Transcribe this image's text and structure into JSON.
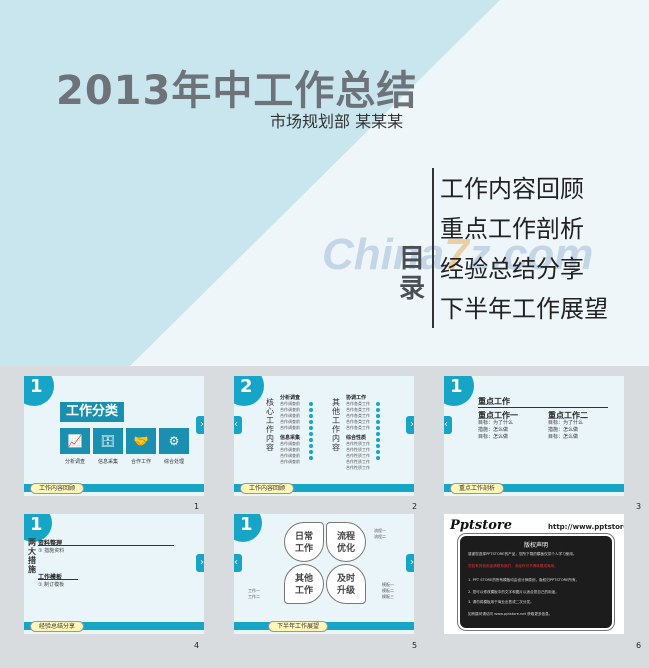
{
  "cover": {
    "title": "2013年中工作总结",
    "subtitle": "市场规划部  某某某",
    "toc_label": "目录",
    "toc_items": [
      "工作内容回顾",
      "重点工作剖析",
      "经验总结分享",
      "下半年工作展望"
    ],
    "watermark_a": "China",
    "watermark_b": "7",
    "watermark_c": "z.com"
  },
  "thumbnails": [
    {
      "page": "1",
      "circle": "1",
      "pill": "工作内容回顾",
      "title": "工作分类",
      "boxes": [
        {
          "glyph": "📈",
          "caption": "分析调查"
        },
        {
          "glyph": "🗄",
          "caption": "信息采集"
        },
        {
          "glyph": "🤝",
          "caption": "合作工作"
        },
        {
          "glyph": "⚙",
          "caption": "综合处理"
        }
      ]
    },
    {
      "page": "2",
      "circle": "2",
      "pill": "工作内容回顾",
      "vtitle_left": "核心工作内容",
      "vtitle_right": "其他工作内容",
      "col1_h1": "分析调查",
      "col1_list1": [
        "合作调查前",
        "合作调查前",
        "合作调查前",
        "合作调查前",
        "合作调查前"
      ],
      "col1_h2": "信息采集",
      "col1_list2": [
        "合作调查前",
        "合作调查前",
        "合作调查前",
        "合作调查前"
      ],
      "col2_h1": "协调工作",
      "col2_list1": [
        "合作各类工作",
        "合作各类工作",
        "合作各类工作",
        "合作各类工作",
        "合作各类工作"
      ],
      "col2_h2": "综合性质",
      "col2_list2": [
        "合作性质工作",
        "合作性质工作",
        "合作性质工作",
        "合作性质工作",
        "合作性质工作"
      ]
    },
    {
      "page": "3",
      "circle": "1",
      "pill": "重点工作剖析",
      "heading": "重点工作",
      "left_h": "重点工作一",
      "left_l": [
        "目标：为了什么",
        "措施：怎么做",
        "目标：怎么做"
      ],
      "right_h": "重点工作二",
      "right_l": [
        "目标：为了什么",
        "措施：怎么做",
        "目标：怎么做"
      ]
    },
    {
      "page": "4",
      "circle": "1",
      "pill": "经验总结分享",
      "vtitle": "两大措施",
      "h1": "资料整理",
      "l1": "① 措施资料",
      "h2": "工作模板",
      "l2": "① 制订模板"
    },
    {
      "page": "5",
      "circle": "1",
      "pill": "下半年工作展望",
      "petals": [
        "日常\n工作",
        "流程\n优化",
        "其他\n工作",
        "及时\n升级"
      ],
      "note_tr": [
        "流程一",
        "流程二"
      ],
      "note_bl": [
        "工作一",
        "工作二"
      ],
      "note_br": [
        "模板一",
        "模板二",
        "模板三"
      ]
    },
    {
      "page": "6",
      "logo": "Pptstore",
      "url": "http://www.pptstore.net",
      "panel_title": "版权声明",
      "paragraphs": [
        "感谢您选择PPTSTORE的产品，您所下载的模板仅供个人学习使用。",
        "您若有其他用途请联系我们，未经许可不得转载或商用。",
        "1. PPT STORE的所有模板均由设计师原创，版权归PPTSTORE所有。",
        "2. 您可以修改模板中的文字和图片以适合您自己的用途。",
        "3. 请勿将模板用于商业出售或二次分发。",
        "如有疑问请访问 www.pptstore.net 获取更多信息。"
      ]
    }
  ],
  "colors": {
    "accent": "#16a5c6",
    "cover_band": "#c9e6ef",
    "title_gray": "#6d7378"
  }
}
